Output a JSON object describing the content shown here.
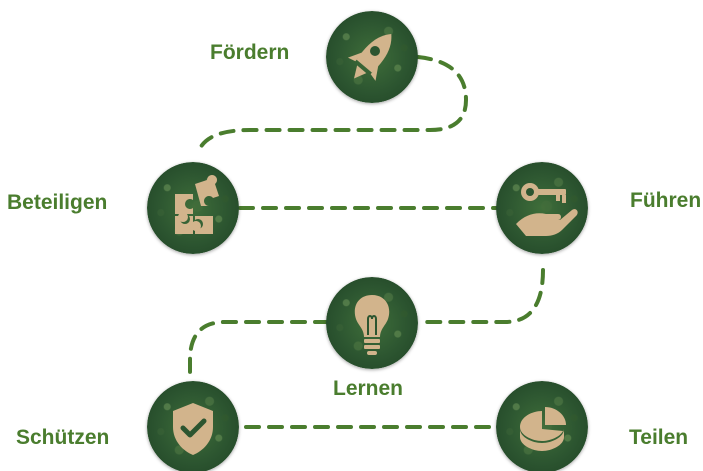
{
  "labels": {
    "foerdern": "Fördern",
    "beteiligen": "Beteiligen",
    "fuehren": "Führen",
    "lernen": "Lernen",
    "schuetzen": "Schützen",
    "teilen": "Teilen"
  },
  "icons": {
    "foerdern": "rocket-icon",
    "beteiligen": "puzzle-icon",
    "fuehren": "key-hand-icon",
    "lernen": "lightbulb-icon",
    "schuetzen": "shield-check-icon",
    "teilen": "pie-chart-icon"
  },
  "colors": {
    "label": "#4a7d2e",
    "path": "#4a7d2e",
    "icon": "#d2b48c",
    "circle": "#2c5530"
  }
}
